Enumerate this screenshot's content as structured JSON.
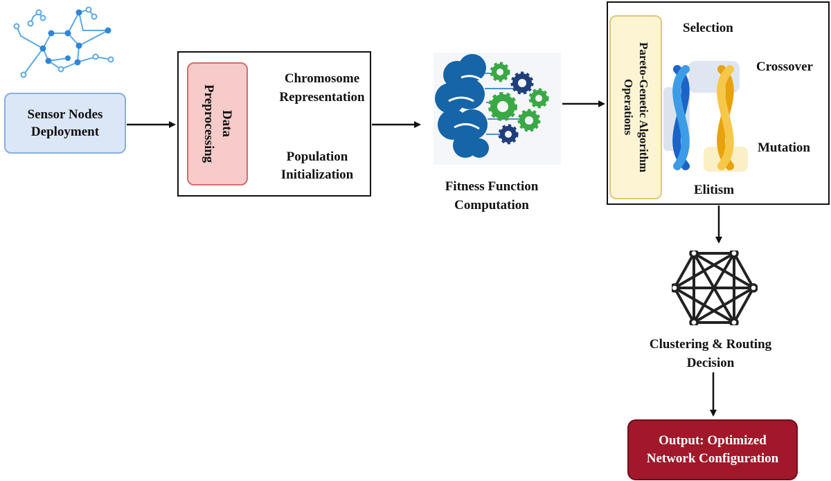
{
  "nodes": {
    "sensor": [
      "Sensor Nodes",
      "Deployment"
    ],
    "preprocessing": [
      "Data",
      "Preprocessing"
    ],
    "chromosome": [
      "Chromosome",
      "Representation"
    ],
    "population": [
      "Population",
      "Initialization"
    ],
    "fitness": [
      "Fitness Function",
      "Computation"
    ],
    "pareto": [
      "Pareto-Genetic Algorithm",
      "Operations"
    ],
    "cluster": [
      "Clustering & Routing",
      "Decision"
    ],
    "output": [
      "Output: Optimized",
      "Network Configuration"
    ]
  },
  "ga_steps": {
    "selection": "Selection",
    "crossover": "Crossover",
    "mutation": "Mutation",
    "elitism": "Elitism"
  },
  "colors": {
    "sensor_fill": "#dbe7f6",
    "preprocess_fill": "#f6cbc9",
    "pareto_fill": "#fcf4d3",
    "output_fill": "#a0182a",
    "brain_blue": "#1565a8",
    "gear_green": "#3aa845",
    "gear_navy": "#1f3f7a"
  },
  "icons": {
    "sensor_network": "sensor-network-icon",
    "brain_gears": "brain-gears-icon",
    "dna": "dna-icon",
    "mesh": "mesh-network-icon"
  }
}
